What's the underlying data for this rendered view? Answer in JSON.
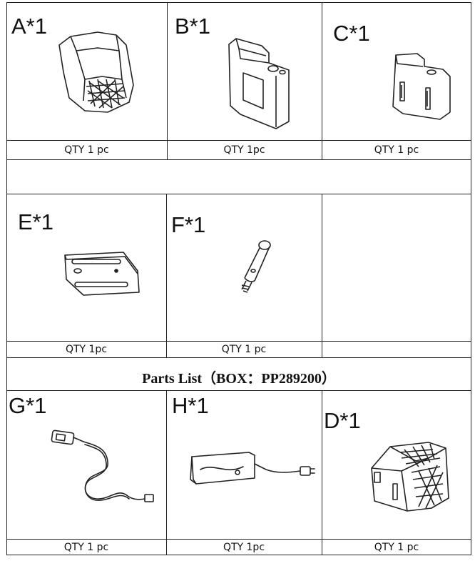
{
  "title": "Parts List（BOX：PP289200）",
  "parts": [
    {
      "label": "A*1",
      "qty": "QTY 1 pc",
      "icon": "seat-cushion-icon"
    },
    {
      "label": "B*1",
      "qty": "QTY 1pc",
      "icon": "armrest-icon"
    },
    {
      "label": "C*1",
      "qty": "QTY 1 pc",
      "icon": "side-armrest-icon"
    },
    {
      "label": "E*1",
      "qty": "QTY 1pc",
      "icon": "bracket-plate-icon"
    },
    {
      "label": "F*1",
      "qty": "QTY 1 pc",
      "icon": "bolt-pin-icon"
    },
    {
      "label": "G*1",
      "qty": "QTY 1 pc",
      "icon": "power-cable-icon"
    },
    {
      "label": "H*1",
      "qty": "QTY 1pc",
      "icon": "power-adapter-icon"
    },
    {
      "label": "D*1",
      "qty": "QTY 1 pc",
      "icon": "seat-base-icon"
    }
  ]
}
